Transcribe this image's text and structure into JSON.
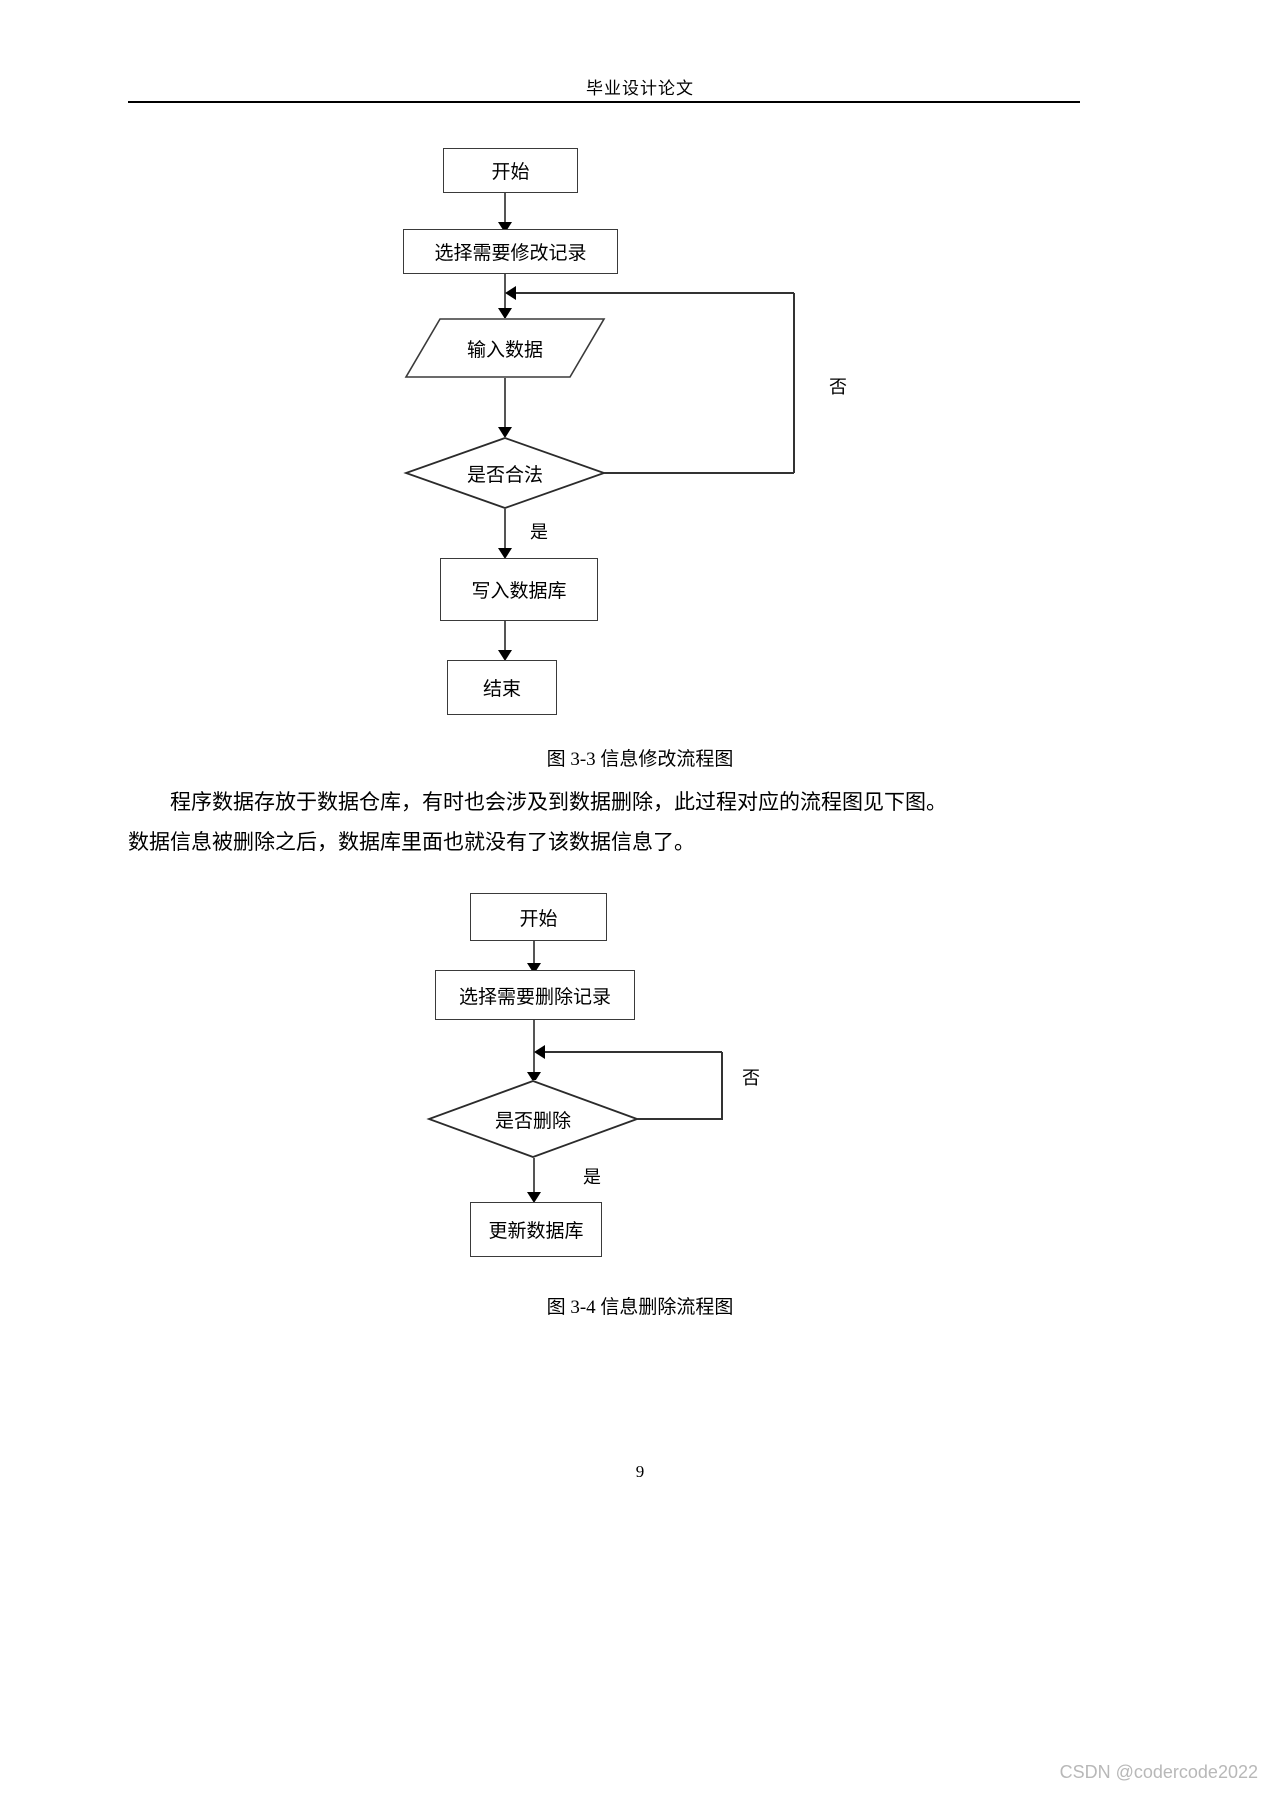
{
  "document": {
    "header_title": "毕业设计论文",
    "page_number": "9",
    "watermark": "CSDN @codercode2022"
  },
  "figure_modify": {
    "caption": "图 3-3 信息修改流程图",
    "nodes": {
      "start": "开始",
      "select": "选择需要修改记录",
      "input": "输入数据",
      "decision": "是否合法",
      "write": "写入数据库",
      "end": "结束"
    },
    "edge_labels": {
      "no": "否",
      "yes": "是"
    }
  },
  "body": {
    "line1": "程序数据存放于数据仓库，有时也会涉及到数据删除，此过程对应的流程图见下图。",
    "line2": "数据信息被删除之后，数据库里面也就没有了该数据信息了。"
  },
  "figure_delete": {
    "caption": "图 3-4  信息删除流程图",
    "nodes": {
      "start": "开始",
      "select": "选择需要删除记录",
      "decision": "是否删除",
      "update": "更新数据库"
    },
    "edge_labels": {
      "no": "否",
      "yes": "是"
    }
  },
  "chart_data": {
    "type": "diagram",
    "diagrams": [
      {
        "title": "图 3-3 信息修改流程图",
        "nodes": [
          {
            "id": "start",
            "shape": "rect",
            "label": "开始"
          },
          {
            "id": "select",
            "shape": "rect",
            "label": "选择需要修改记录"
          },
          {
            "id": "input",
            "shape": "parallelogram",
            "label": "输入数据"
          },
          {
            "id": "decide",
            "shape": "diamond",
            "label": "是否合法"
          },
          {
            "id": "write",
            "shape": "rect",
            "label": "写入数据库"
          },
          {
            "id": "end",
            "shape": "rect",
            "label": "结束"
          }
        ],
        "edges": [
          {
            "from": "start",
            "to": "select",
            "label": ""
          },
          {
            "from": "select",
            "to": "input",
            "label": ""
          },
          {
            "from": "input",
            "to": "decide",
            "label": ""
          },
          {
            "from": "decide",
            "to": "input",
            "label": "否"
          },
          {
            "from": "decide",
            "to": "write",
            "label": "是"
          },
          {
            "from": "write",
            "to": "end",
            "label": ""
          }
        ]
      },
      {
        "title": "图 3-4  信息删除流程图",
        "nodes": [
          {
            "id": "start",
            "shape": "rect",
            "label": "开始"
          },
          {
            "id": "select",
            "shape": "rect",
            "label": "选择需要删除记录"
          },
          {
            "id": "decide",
            "shape": "diamond",
            "label": "是否删除"
          },
          {
            "id": "update",
            "shape": "rect",
            "label": "更新数据库"
          }
        ],
        "edges": [
          {
            "from": "start",
            "to": "select",
            "label": ""
          },
          {
            "from": "select",
            "to": "decide",
            "label": ""
          },
          {
            "from": "decide",
            "to": "decide",
            "label": "否"
          },
          {
            "from": "decide",
            "to": "update",
            "label": "是"
          }
        ]
      }
    ]
  }
}
